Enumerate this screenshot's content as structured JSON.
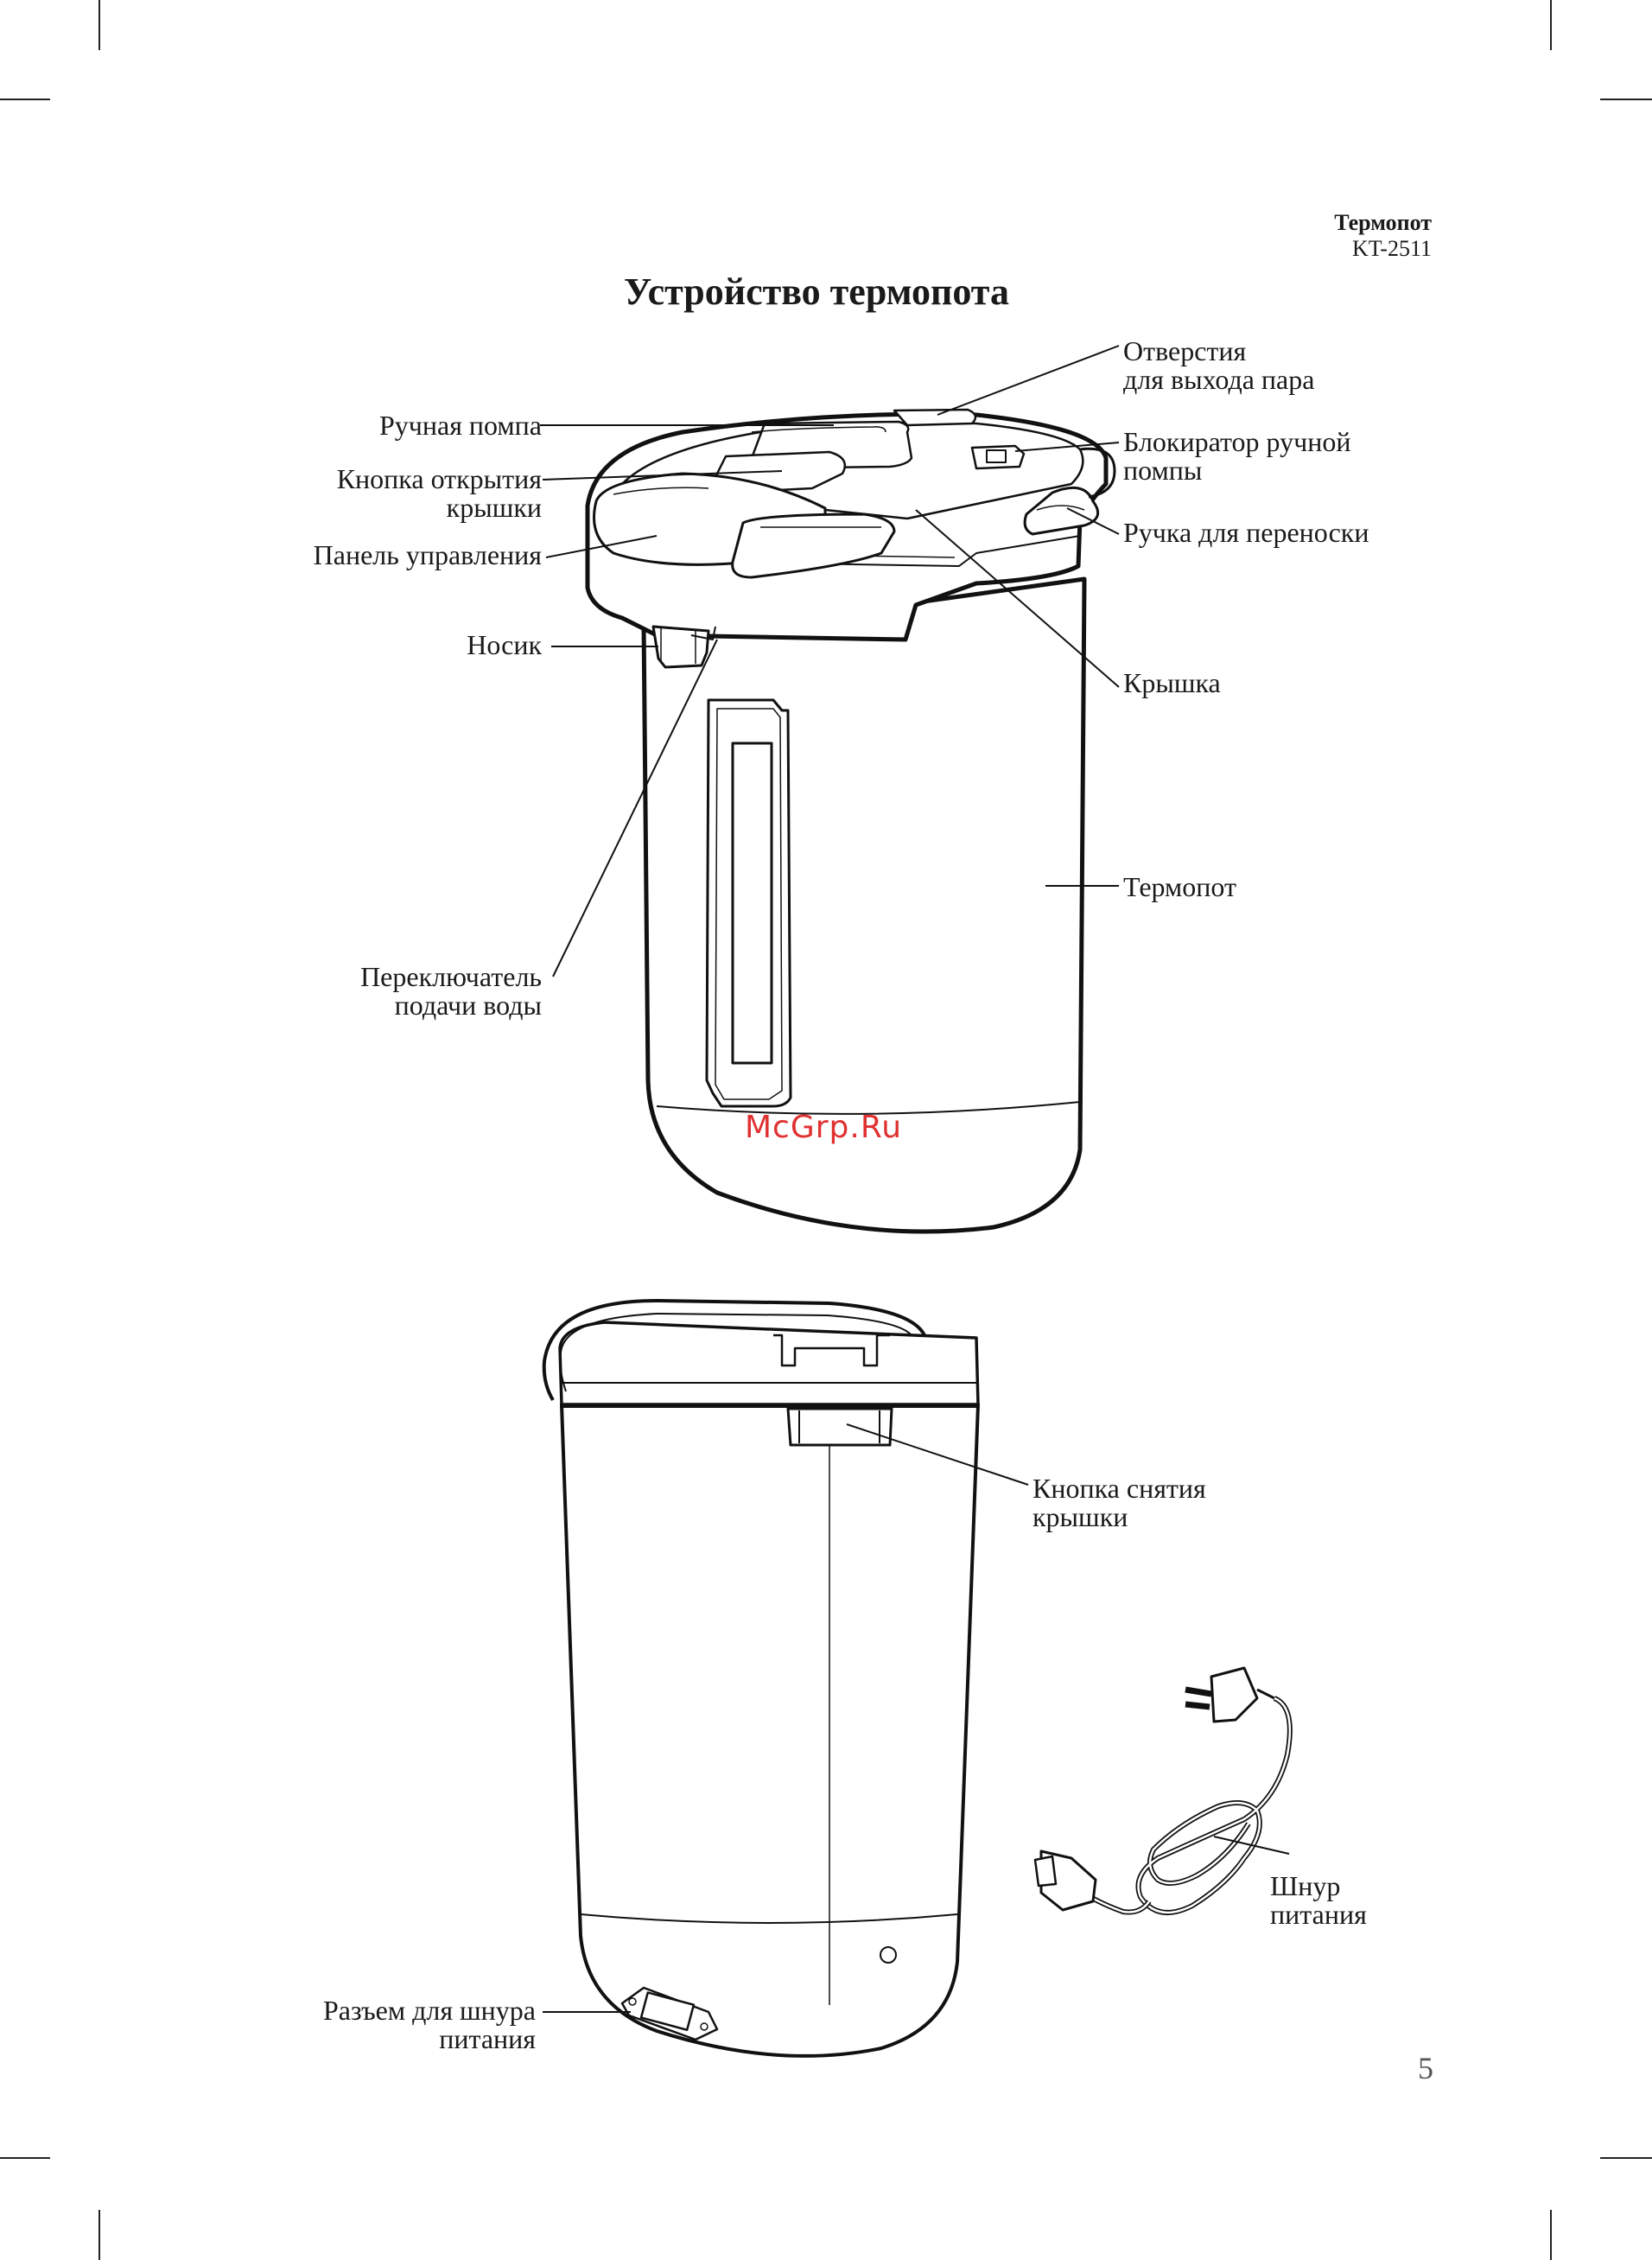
{
  "header": {
    "product": "Термопот",
    "model": "KT-2511"
  },
  "title": "Устройство термопота",
  "labels": {
    "steam_vent_1": "Отверстия",
    "steam_vent_2": "для выхода пара",
    "pump": "Ручная помпа",
    "lid_button_1": "Кнопка открытия",
    "lid_button_2": "крышки",
    "pump_lock_1": "Блокиратор ручной",
    "pump_lock_2": "помпы",
    "handle": "Ручка для переноски",
    "control_panel": "Панель управления",
    "spout": "Носик",
    "lid": "Крышка",
    "body": "Термопот",
    "water_switch_1": "Переключатель",
    "water_switch_2": "подачи воды",
    "lid_remove_1": "Кнопка снятия",
    "lid_remove_2": "крышки",
    "cord_1": "Шнур",
    "cord_2": "питания",
    "socket_1": "Разъем для шнура",
    "socket_2": "питания"
  },
  "watermark": "McGrp.Ru",
  "page_number": "5"
}
